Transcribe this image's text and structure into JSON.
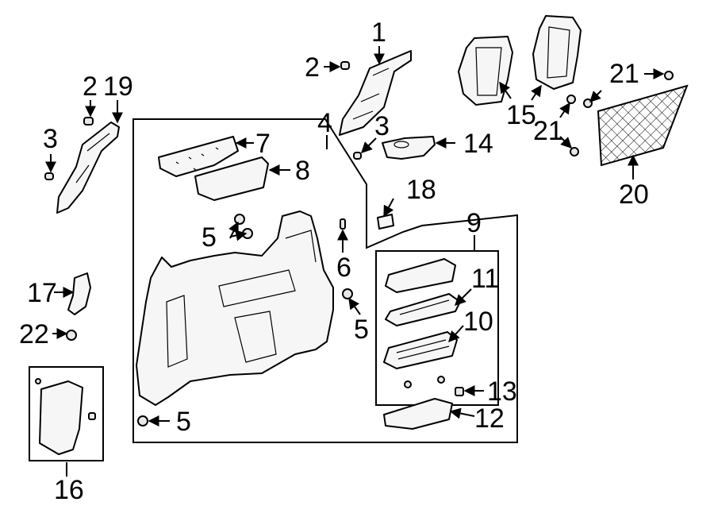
{
  "callouts": {
    "c1": "1",
    "c2a": "2",
    "c2b": "2",
    "c19": "19",
    "c3a": "3",
    "c3b": "3",
    "c4": "4",
    "c5a": "5",
    "c5b": "5",
    "c5c": "5",
    "c6": "6",
    "c7": "7",
    "c8": "8",
    "c9": "9",
    "c10": "10",
    "c11": "11",
    "c12": "12",
    "c13": "13",
    "c14": "14",
    "c15": "15",
    "c16": "16",
    "c17": "17",
    "c18": "18",
    "c20": "20",
    "c21a": "21",
    "c21b": "21",
    "c22": "22"
  },
  "colors": {
    "stroke": "#000000",
    "fill": "#f6f6f6",
    "background": "#ffffff"
  }
}
